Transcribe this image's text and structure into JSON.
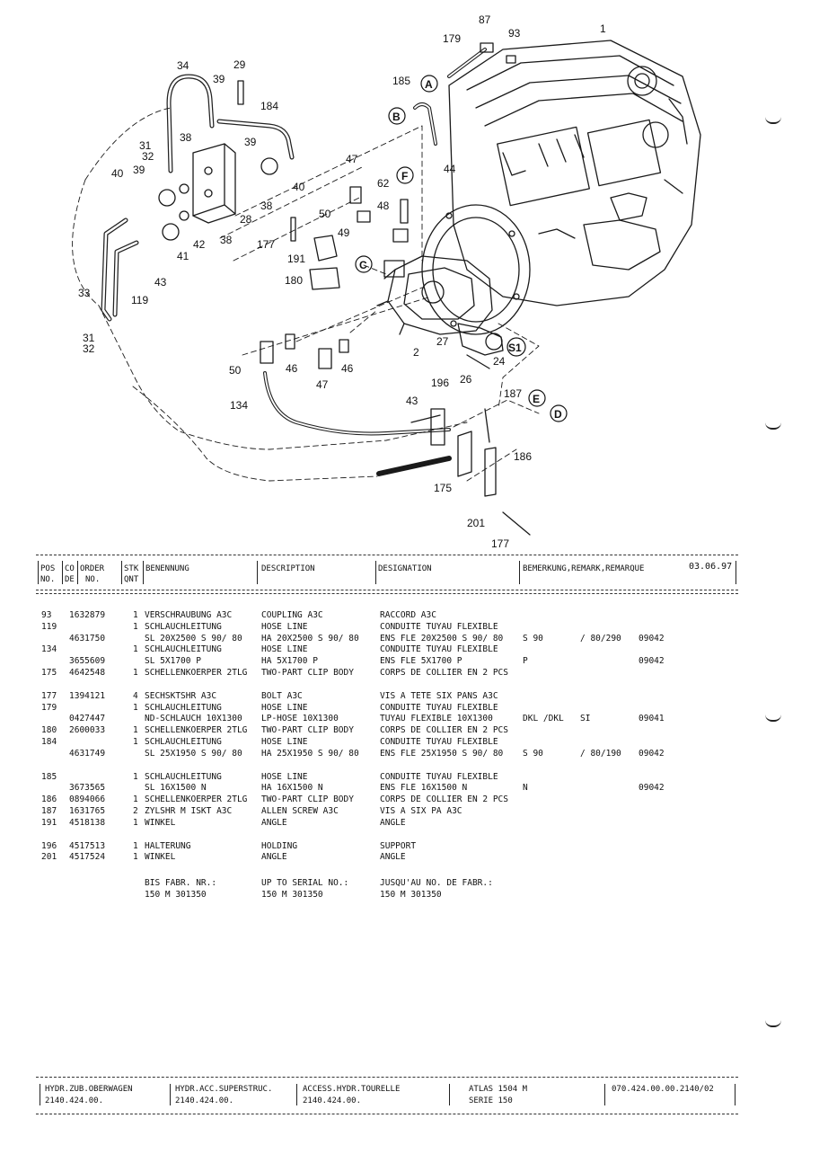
{
  "diagram": {
    "callouts": [
      "87",
      "179",
      "93",
      "1",
      "34",
      "29",
      "39",
      "185",
      "184",
      "31",
      "32",
      "38",
      "40",
      "47",
      "62",
      "44",
      "28",
      "42",
      "177",
      "48",
      "50",
      "49",
      "191",
      "180",
      "33",
      "119",
      "43",
      "41",
      "2",
      "27",
      "24",
      "26",
      "46",
      "134",
      "196",
      "187",
      "186",
      "175",
      "201"
    ],
    "letters": [
      "A",
      "B",
      "C",
      "D",
      "E",
      "F",
      "S1"
    ]
  },
  "header": {
    "pos": "POS",
    "no": "NO.",
    "co": "CO",
    "de": "DE",
    "order": "ORDER",
    "order_no": "NO.",
    "stk": "STK",
    "qnt": "QNT",
    "benennung": "BENENNUNG",
    "description": "DESCRIPTION",
    "designation": "DESIGNATION",
    "remark": "BEMERKUNG,REMARK,REMARQUE",
    "date": "03.06.97"
  },
  "rows": [
    {
      "pos": "93",
      "order": "1632879",
      "qty": "1",
      "ben": "VERSCHRAUBUNG A3C",
      "desc": "COUPLING A3C",
      "des": "RACCORD A3C",
      "rem1": "",
      "rem2": "",
      "code": "",
      "gap": false
    },
    {
      "pos": "119",
      "order": "",
      "qty": "1",
      "ben": "SCHLAUCHLEITUNG",
      "desc": "HOSE LINE",
      "des": "CONDUITE TUYAU FLEXIBLE",
      "rem1": "",
      "rem2": "",
      "code": "",
      "gap": false
    },
    {
      "pos": "",
      "order": "4631750",
      "qty": "",
      "ben": "SL 20X2500 S 90/ 80",
      "desc": "HA 20X2500 S 90/ 80",
      "des": "ENS FLE 20X2500 S 90/ 80",
      "rem1": "S 90",
      "rem2": "/ 80/290",
      "code": "09042",
      "gap": false
    },
    {
      "pos": "134",
      "order": "",
      "qty": "1",
      "ben": "SCHLAUCHLEITUNG",
      "desc": "HOSE LINE",
      "des": "CONDUITE TUYAU FLEXIBLE",
      "rem1": "",
      "rem2": "",
      "code": "",
      "gap": false
    },
    {
      "pos": "",
      "order": "3655609",
      "qty": "",
      "ben": "SL  5X1700 P",
      "desc": "HA  5X1700 P",
      "des": "ENS FLE  5X1700 P",
      "rem1": "P",
      "rem2": "",
      "code": "09042",
      "gap": false
    },
    {
      "pos": "175",
      "order": "4642548",
      "qty": "1",
      "ben": "SCHELLENKOERPER 2TLG",
      "desc": "TWO-PART CLIP BODY",
      "des": "CORPS DE COLLIER EN 2 PCS",
      "rem1": "",
      "rem2": "",
      "code": "",
      "gap": false
    },
    {
      "pos": "177",
      "order": "1394121",
      "qty": "4",
      "ben": "SECHSKTSHR A3C",
      "desc": "BOLT A3C",
      "des": "VIS A TETE SIX PANS A3C",
      "rem1": "",
      "rem2": "",
      "code": "",
      "gap": true
    },
    {
      "pos": "179",
      "order": "",
      "qty": "1",
      "ben": "SCHLAUCHLEITUNG",
      "desc": "HOSE LINE",
      "des": "CONDUITE TUYAU FLEXIBLE",
      "rem1": "",
      "rem2": "",
      "code": "",
      "gap": false
    },
    {
      "pos": "",
      "order": "0427447",
      "qty": "",
      "ben": "ND-SCHLAUCH  10X1300",
      "desc": "LP-HOSE 10X1300",
      "des": "TUYAU FLEXIBLE 10X1300",
      "rem1": "DKL /DKL",
      "rem2": "SI",
      "code": "09041",
      "gap": false
    },
    {
      "pos": "180",
      "order": "2600033",
      "qty": "1",
      "ben": "SCHELLENKOERPER 2TLG",
      "desc": "TWO-PART CLIP BODY",
      "des": "CORPS DE COLLIER EN 2 PCS",
      "rem1": "",
      "rem2": "",
      "code": "",
      "gap": false
    },
    {
      "pos": "184",
      "order": "",
      "qty": "1",
      "ben": "SCHLAUCHLEITUNG",
      "desc": "HOSE LINE",
      "des": "CONDUITE TUYAU FLEXIBLE",
      "rem1": "",
      "rem2": "",
      "code": "",
      "gap": false
    },
    {
      "pos": "",
      "order": "4631749",
      "qty": "",
      "ben": "SL 25X1950 S 90/ 80",
      "desc": "HA 25X1950 S 90/ 80",
      "des": "ENS FLE 25X1950 S 90/ 80",
      "rem1": "S 90",
      "rem2": "/ 80/190",
      "code": "09042",
      "gap": false
    },
    {
      "pos": "185",
      "order": "",
      "qty": "1",
      "ben": "SCHLAUCHLEITUNG",
      "desc": "HOSE LINE",
      "des": "CONDUITE TUYAU FLEXIBLE",
      "rem1": "",
      "rem2": "",
      "code": "",
      "gap": true
    },
    {
      "pos": "",
      "order": "3673565",
      "qty": "",
      "ben": "SL 16X1500 N",
      "desc": "HA 16X1500 N",
      "des": "ENS FLE 16X1500 N",
      "rem1": "N",
      "rem2": "",
      "code": "09042",
      "gap": false
    },
    {
      "pos": "186",
      "order": "0894066",
      "qty": "1",
      "ben": "SCHELLENKOERPER 2TLG",
      "desc": "TWO-PART CLIP BODY",
      "des": "CORPS DE COLLIER EN 2 PCS",
      "rem1": "",
      "rem2": "",
      "code": "",
      "gap": false
    },
    {
      "pos": "187",
      "order": "1631765",
      "qty": "2",
      "ben": "ZYLSHR M ISKT A3C",
      "desc": "ALLEN SCREW A3C",
      "des": "VIS A SIX PA A3C",
      "rem1": "",
      "rem2": "",
      "code": "",
      "gap": false
    },
    {
      "pos": "191",
      "order": "4518138",
      "qty": "1",
      "ben": "WINKEL",
      "desc": "ANGLE",
      "des": "ANGLE",
      "rem1": "",
      "rem2": "",
      "code": "",
      "gap": false
    },
    {
      "pos": "196",
      "order": "4517513",
      "qty": "1",
      "ben": "HALTERUNG",
      "desc": "HOLDING",
      "des": "SUPPORT",
      "rem1": "",
      "rem2": "",
      "code": "",
      "gap": true
    },
    {
      "pos": "201",
      "order": "4517524",
      "qty": "1",
      "ben": "WINKEL",
      "desc": "ANGLE",
      "des": "ANGLE",
      "rem1": "",
      "rem2": "",
      "code": "",
      "gap": false
    }
  ],
  "serial": {
    "de_label": "BIS FABR. NR.:",
    "de_value": "150 M 301350",
    "en_label": "UP TO SERIAL NO.:",
    "en_value": "150 M 301350",
    "fr_label": "JUSQU'AU NO. DE FABR.:",
    "fr_value": "150 M 301350"
  },
  "footer": {
    "col1_top": "HYDR.ZUB.OBERWAGEN",
    "col1_bot": "2140.424.00.",
    "col2_top": "HYDR.ACC.SUPERSTRUC.",
    "col2_bot": "2140.424.00.",
    "col3_top": "ACCESS.HYDR.TOURELLE",
    "col3_bot": "2140.424.00.",
    "col4_top": "ATLAS 1504 M",
    "col4_bot": "SERIE 150",
    "col5_top": "070.424.00.00.2140/02"
  }
}
